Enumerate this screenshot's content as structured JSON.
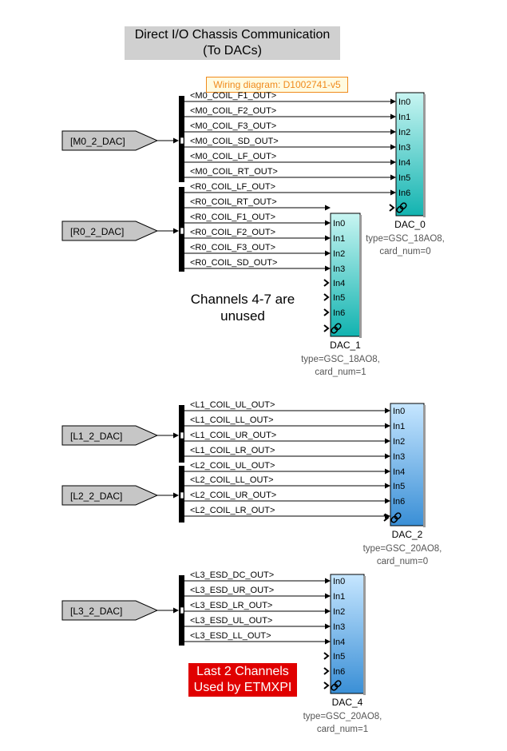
{
  "title": {
    "line1": "Direct I/O Chassis Communication",
    "line2": "(To DACs)"
  },
  "wiring_label": "Wiring diagram: D1002741-v5",
  "notes": {
    "unused_line1": "Channels 4-7 are",
    "unused_line2": "unused",
    "etmxpi_line1": "Last 2 Channels",
    "etmxpi_line2": "Used by ETMXPI"
  },
  "colors": {
    "cyan_top": "#c8f5f2",
    "cyan_bottom": "#12b3b0",
    "blue_top": "#c6e6ff",
    "blue_bottom": "#3a8fd6",
    "goto_fill": "#c6c6c6",
    "note_red": "#e00000",
    "wiring_orange": "#f08a1c"
  },
  "diagram": {
    "gotos": [
      {
        "label": "[M0_2_DAC]"
      },
      {
        "label": "[R0_2_DAC]"
      },
      {
        "label": "[L1_2_DAC]"
      },
      {
        "label": "[L2_2_DAC]"
      },
      {
        "label": "[L3_2_DAC]"
      }
    ],
    "signals": {
      "M0": [
        "<M0_COIL_F1_OUT>",
        "<M0_COIL_F2_OUT>",
        "<M0_COIL_F3_OUT>",
        "<M0_COIL_SD_OUT>",
        "<M0_COIL_LF_OUT>",
        "<M0_COIL_RT_OUT>"
      ],
      "R0": [
        "<R0_COIL_LF_OUT>",
        "<R0_COIL_RT_OUT>",
        "<R0_COIL_F1_OUT>",
        "<R0_COIL_F2_OUT>",
        "<R0_COIL_F3_OUT>",
        "<R0_COIL_SD_OUT>"
      ],
      "L1": [
        "<L1_COIL_UL_OUT>",
        "<L1_COIL_LL_OUT>",
        "<L1_COIL_UR_OUT>",
        "<L1_COIL_LR_OUT>"
      ],
      "L2": [
        "<L2_COIL_UL_OUT>",
        "<L2_COIL_LL_OUT>",
        "<L2_COIL_UR_OUT>",
        "<L2_COIL_LR_OUT>"
      ],
      "L3": [
        "<L3_ESD_DC_OUT>",
        "<L3_ESD_UR_OUT>",
        "<L3_ESD_LR_OUT>",
        "<L3_ESD_UL_OUT>",
        "<L3_ESD_LL_OUT>"
      ]
    },
    "dacs": [
      {
        "name": "DAC_0",
        "type": "type=GSC_18AO8,",
        "card": "card_num=0",
        "ports": [
          "In0",
          "In1",
          "In2",
          "In3",
          "In4",
          "In5",
          "In6"
        ],
        "color": "cyan"
      },
      {
        "name": "DAC_1",
        "type": "type=GSC_18AO8,",
        "card": "card_num=1",
        "ports": [
          "In0",
          "In1",
          "In2",
          "In3",
          "In4",
          "In5",
          "In6"
        ],
        "color": "cyan"
      },
      {
        "name": "DAC_2",
        "type": "type=GSC_20AO8,",
        "card": "card_num=0",
        "ports": [
          "In0",
          "In1",
          "In2",
          "In3",
          "In4",
          "In5",
          "In6"
        ],
        "color": "blue"
      },
      {
        "name": "DAC_4",
        "type": "type=GSC_20AO8,",
        "card": "card_num=1",
        "ports": [
          "In0",
          "In1",
          "In2",
          "In3",
          "In4",
          "In5",
          "In6"
        ],
        "color": "blue"
      }
    ]
  }
}
